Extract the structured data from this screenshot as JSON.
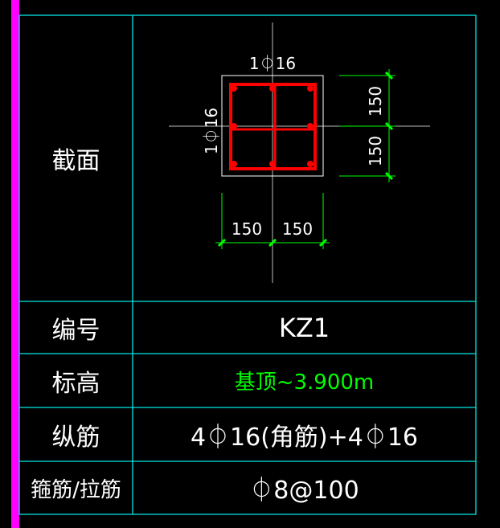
{
  "rows": {
    "section_label": "截面",
    "code_label": "编号",
    "code_value": "KZ1",
    "elevation_label": "标高",
    "elevation_value": "基顶~3.900m",
    "long_rebar_label": "纵筋",
    "long_rebar_value": "4⏀16(角筋)+4⏀16",
    "stirrup_label": "箍筋/拉筋",
    "stirrup_value": "⏀8@100"
  },
  "section": {
    "top_rebar_note": "1⏀16",
    "side_rebar_note": "1⏀16",
    "dim_right_upper": "150",
    "dim_right_lower": "150",
    "dim_bottom_left": "150",
    "dim_bottom_right": "150"
  },
  "colors": {
    "grid": "#00e5e5",
    "rebar": "#ff0000",
    "dimension": "#00ff00",
    "accent": "#ff00ff",
    "elevation_text": "#00ff00"
  }
}
